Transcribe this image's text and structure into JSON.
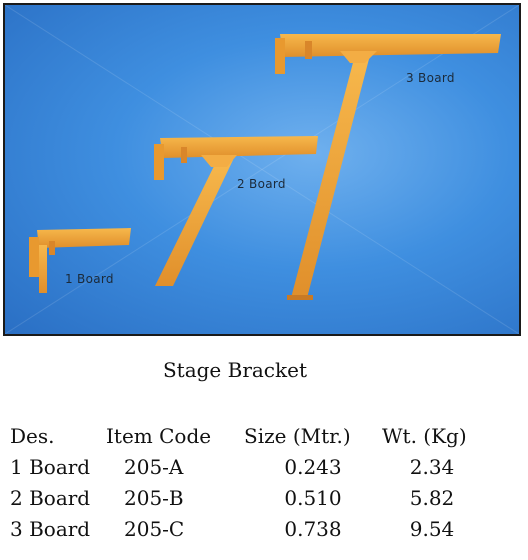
{
  "photo": {
    "labels": {
      "one": "1 Board",
      "two": "2 Board",
      "three": "3 Board"
    },
    "colors": {
      "sky_light": "#6fb0ee",
      "sky_dark": "#2a6fc4",
      "bracket": "#f0a33a",
      "bracket_shade": "#d9862a"
    }
  },
  "caption": "Stage Bracket",
  "table": {
    "headers": [
      "Des.",
      "Item Code",
      "Size (Mtr.)",
      "Wt. (Kg)"
    ],
    "rows": [
      [
        "1 Board",
        "205-A",
        "0.243",
        "2.34"
      ],
      [
        "2 Board",
        "205-B",
        "0.510",
        "5.82"
      ],
      [
        "3 Board",
        "205-C",
        "0.738",
        "9.54"
      ]
    ]
  }
}
